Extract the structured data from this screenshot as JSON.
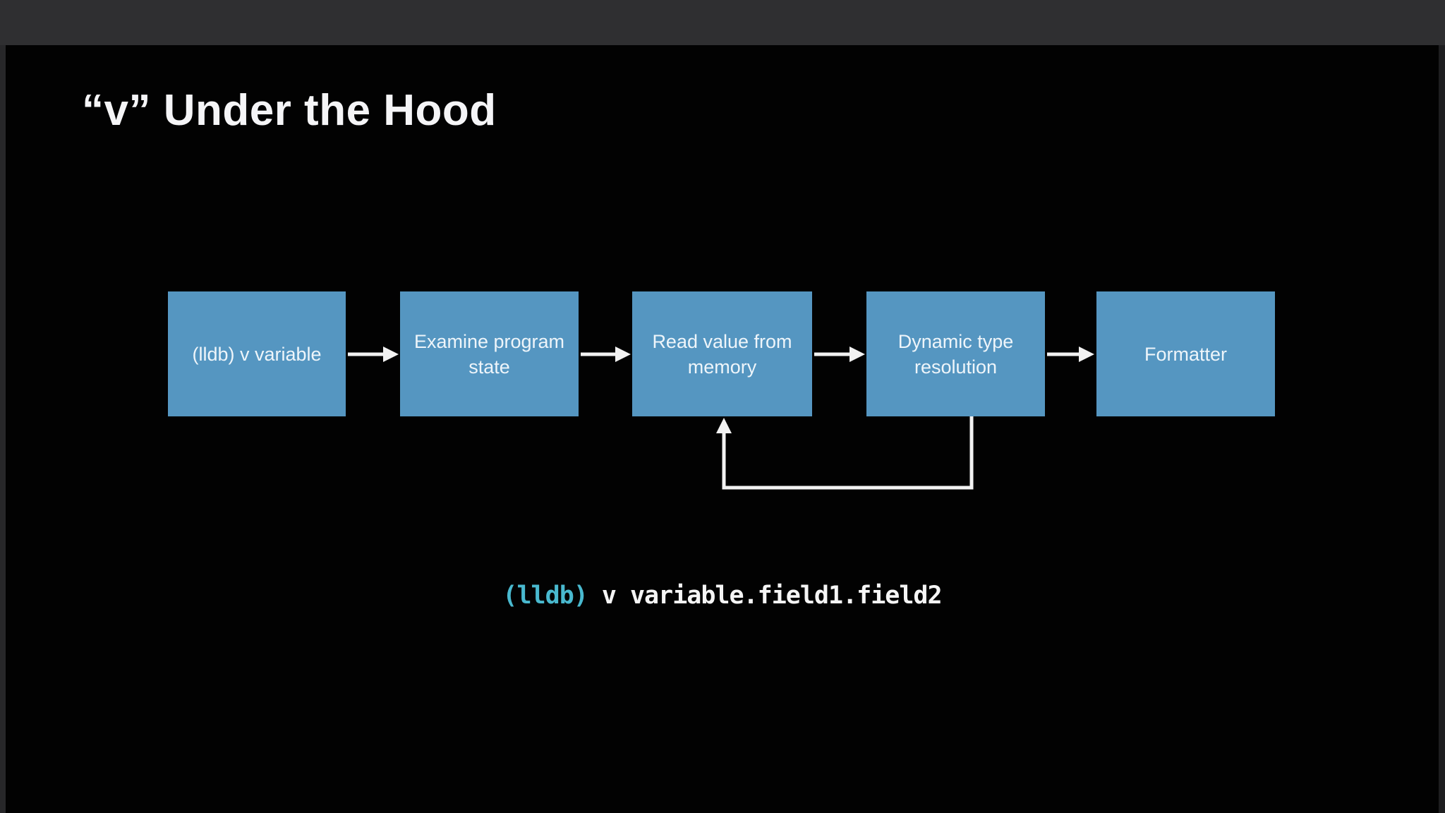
{
  "window": {
    "top_bar_color": "#2f2f31"
  },
  "slide": {
    "title": "“v” Under the Hood",
    "background_color": "#020202",
    "diagram": {
      "node_fill_color": "#5596c1",
      "arrow_color": "#f2f2f2",
      "nodes": [
        {
          "id": "command-input",
          "label": "(lldb) v variable"
        },
        {
          "id": "examine-state",
          "label": "Examine program state"
        },
        {
          "id": "read-memory",
          "label": "Read value from memory"
        },
        {
          "id": "dynamic-type",
          "label": "Dynamic type resolution"
        },
        {
          "id": "formatter",
          "label": "Formatter"
        }
      ],
      "edges": [
        {
          "from": "command-input",
          "to": "examine-state",
          "type": "forward"
        },
        {
          "from": "examine-state",
          "to": "read-memory",
          "type": "forward"
        },
        {
          "from": "read-memory",
          "to": "dynamic-type",
          "type": "forward"
        },
        {
          "from": "dynamic-type",
          "to": "formatter",
          "type": "forward"
        },
        {
          "from": "dynamic-type",
          "to": "read-memory",
          "type": "feedback-loop"
        }
      ]
    },
    "code_line": {
      "prompt": "(lldb)",
      "command": "v variable.field1.field2",
      "prompt_color": "#49b9cf"
    }
  }
}
